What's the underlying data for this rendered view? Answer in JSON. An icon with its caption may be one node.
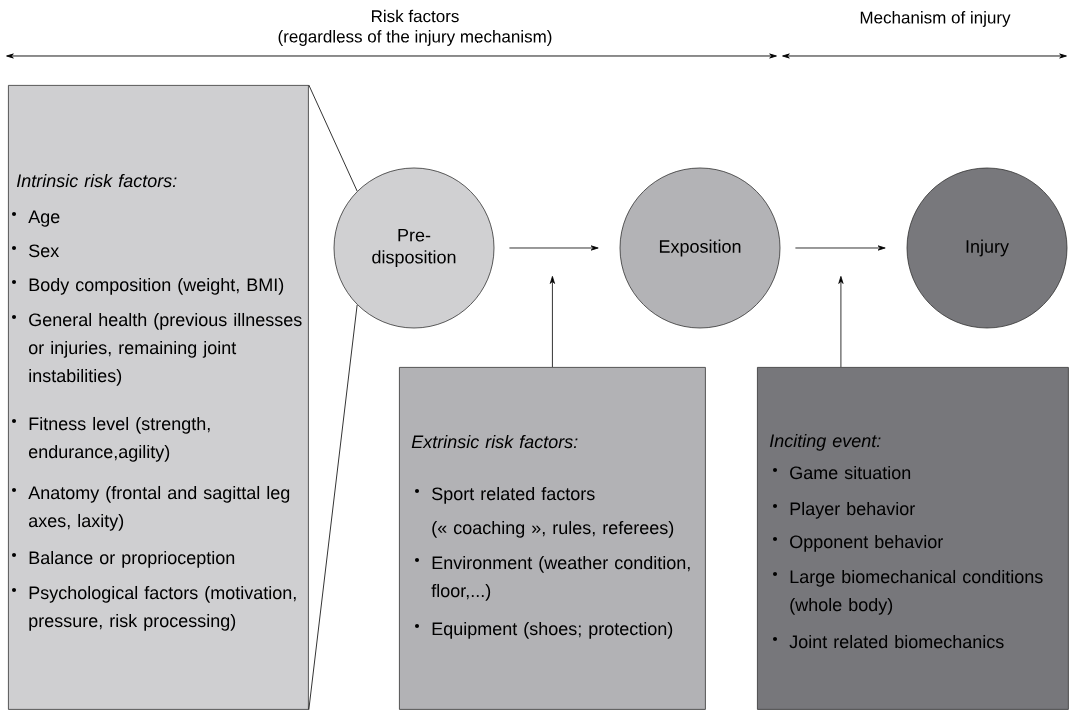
{
  "diagram": {
    "nodes": [
      {
        "text": [
          "Intrinsic risk factors:",
          "Age",
          "Sex",
          "Body composition (weight, BMI)",
          "General health (previous illnesses or injuries, remaining joint instabilities)",
          "Fitness level (strength, endurance,agility)",
          "Anatomy (frontal and sagittal leg axes, laxity)",
          "Balance or proprioception",
          "Psychological factors (motivation, pressure, risk processing)"
        ]
      },
      {
        "text": [
          "Pre-disposition"
        ]
      },
      {
        "text": [
          "Exposition"
        ]
      },
      {
        "text": [
          "Injury"
        ]
      },
      {
        "text": [
          "Extrinsic risk factors:",
          "Sport related factors",
          "(« coaching », rules, referees)",
          "Environment (weather condition, floor,...)",
          "Equipment (shoes; protection)"
        ]
      },
      {
        "text": [
          "Inciting event:",
          "Game situation",
          "Player behavior",
          "Opponent behavior",
          "Large biomechanical conditions (whole body)",
          "Joint related biomechanics"
        ]
      }
    ],
    "edges": [
      {
        "from": 0,
        "to": 1,
        "arrow": "none"
      },
      {
        "from": 0,
        "to": 1,
        "arrow": "none"
      },
      {
        "from": 1,
        "to": 2,
        "arrow": "to"
      },
      {
        "from": 2,
        "to": 3,
        "arrow": "to"
      },
      {
        "from": 4,
        "to": null,
        "arrow": "to"
      },
      {
        "from": 5,
        "to": null,
        "arrow": "to"
      }
    ],
    "labels": [
      "Risk factors",
      "(regardless of the injury mechanism)",
      "Mechanism of injury"
    ]
  }
}
